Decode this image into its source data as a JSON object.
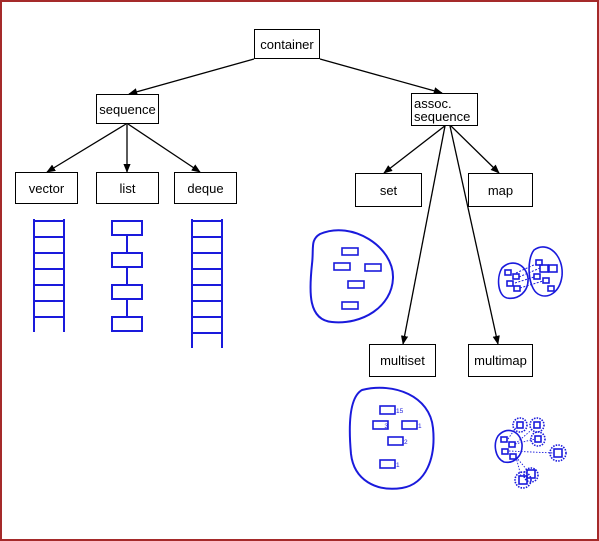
{
  "colors": {
    "frame": "#a52a2a",
    "edge": "#000000",
    "illustration": "#1a1adc"
  },
  "nodes": {
    "container": "container",
    "sequence": "sequence",
    "assoc": "assoc.\nsequence",
    "vector": "vector",
    "list": "list",
    "deque": "deque",
    "set": "set",
    "map": "map",
    "multiset": "multiset",
    "multimap": "multimap"
  },
  "multiset_counts": [
    "15",
    "3",
    "1",
    "2",
    "1"
  ]
}
